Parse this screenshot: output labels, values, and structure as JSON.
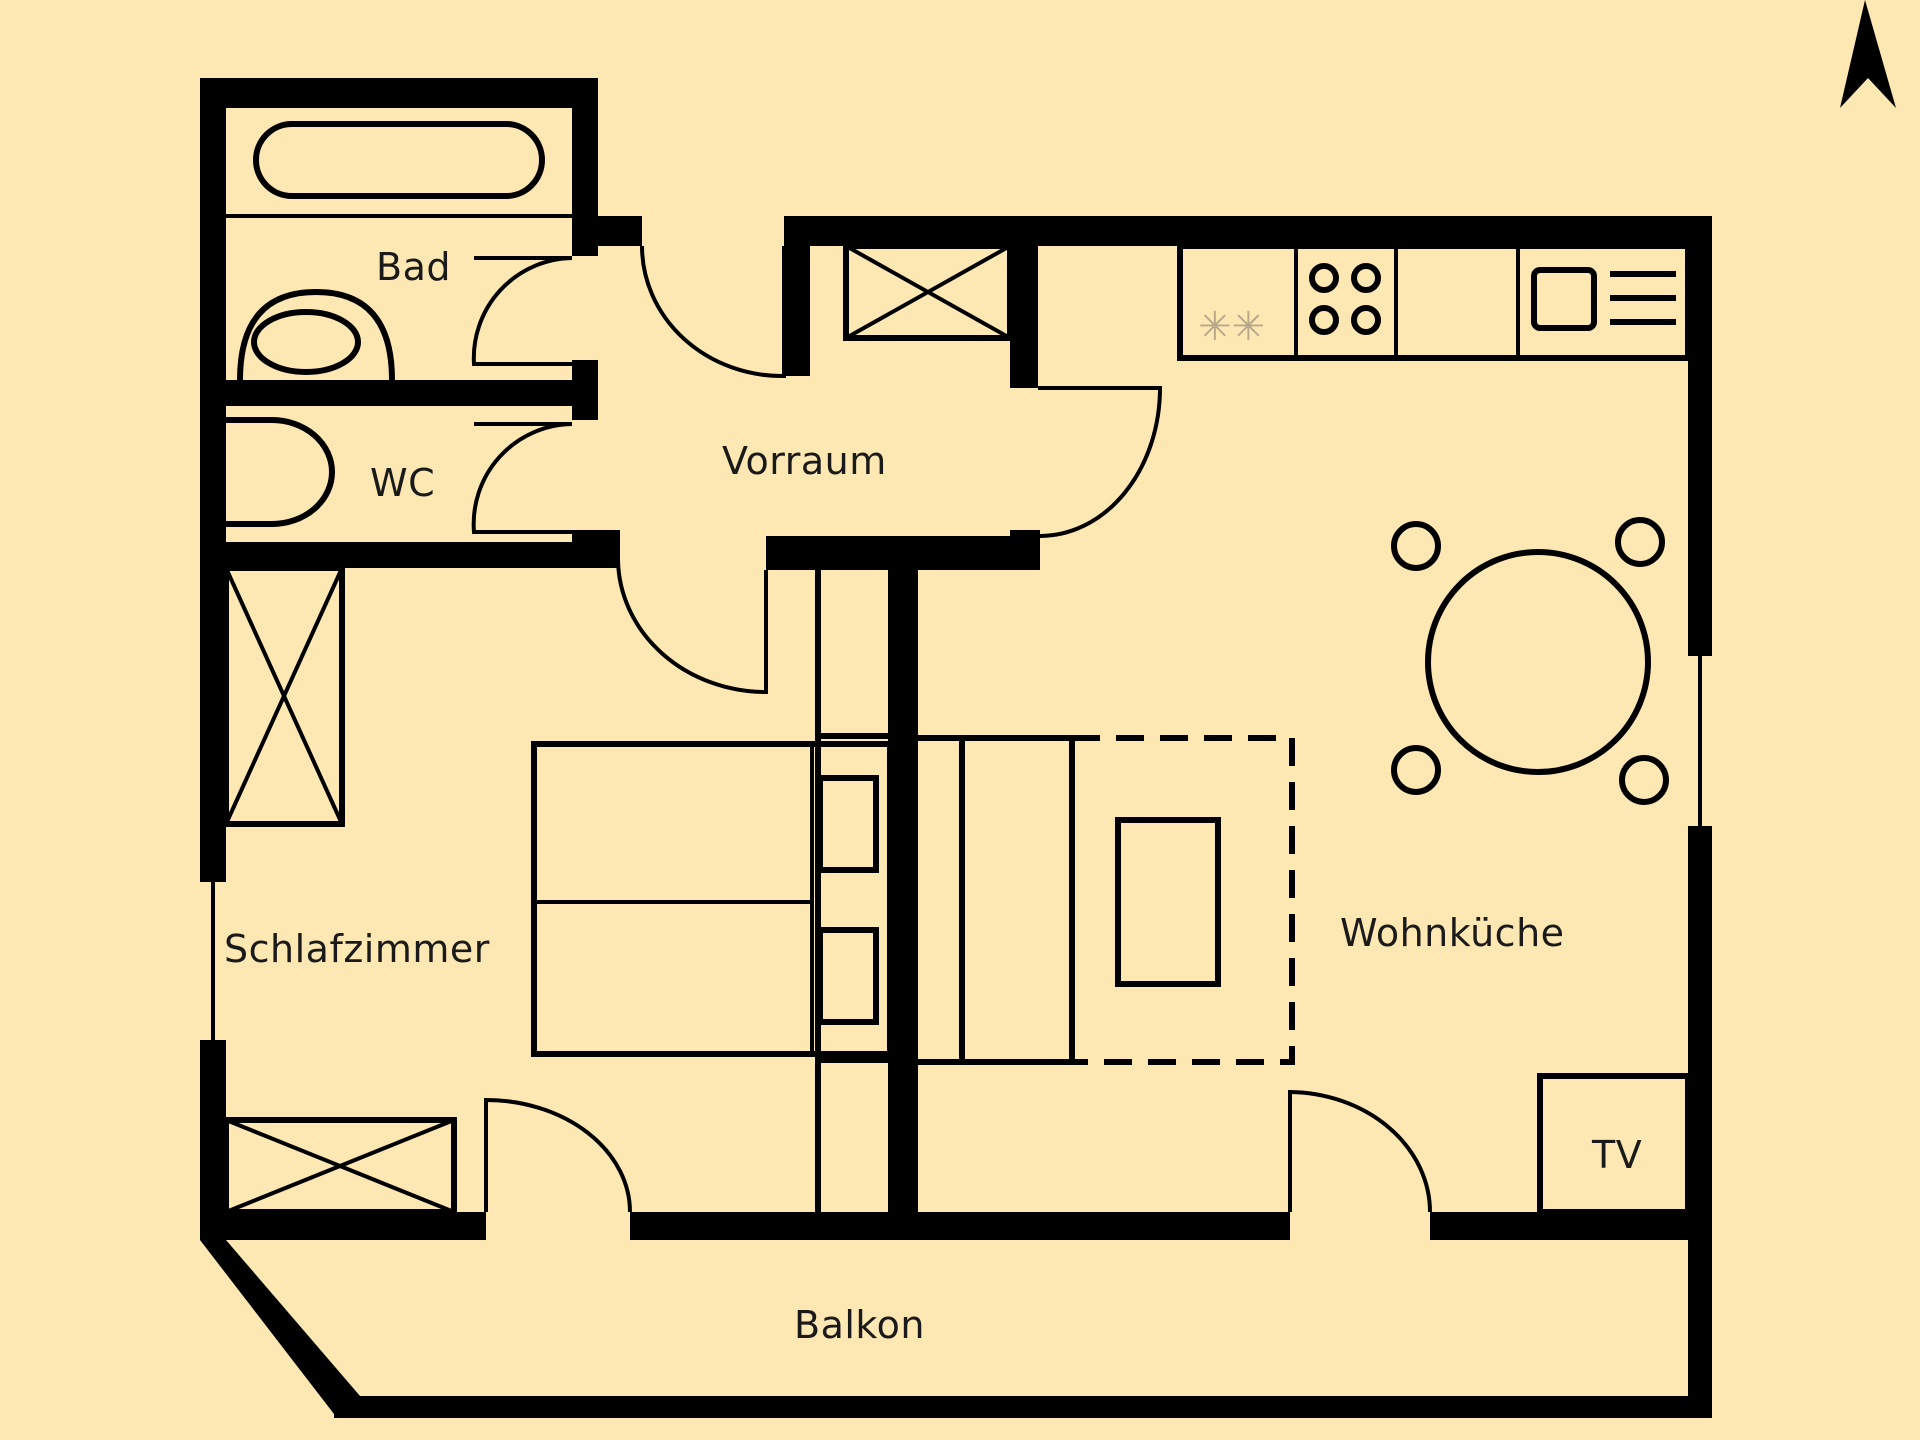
{
  "colors": {
    "background": "#FDE7B3",
    "ink": "#000000",
    "stove_symbol": "#b8a888"
  },
  "rooms": {
    "bad": "Bad",
    "wc": "WC",
    "vorraum": "Vorraum",
    "schlafzimmer": "Schlafzimmer",
    "wohnkueche": "Wohnküche",
    "tv": "TV",
    "balkon": "Balkon"
  },
  "icons": {
    "north_arrow": "north-arrow-icon",
    "bathtub": "bathtub-icon",
    "sink": "sink-icon",
    "toilet": "toilet-icon",
    "cooktop": "cooktop-icon",
    "oven": "oven-icon",
    "table": "dining-table-icon",
    "bed": "bed-icon",
    "sofa": "sofa-bed-icon"
  }
}
